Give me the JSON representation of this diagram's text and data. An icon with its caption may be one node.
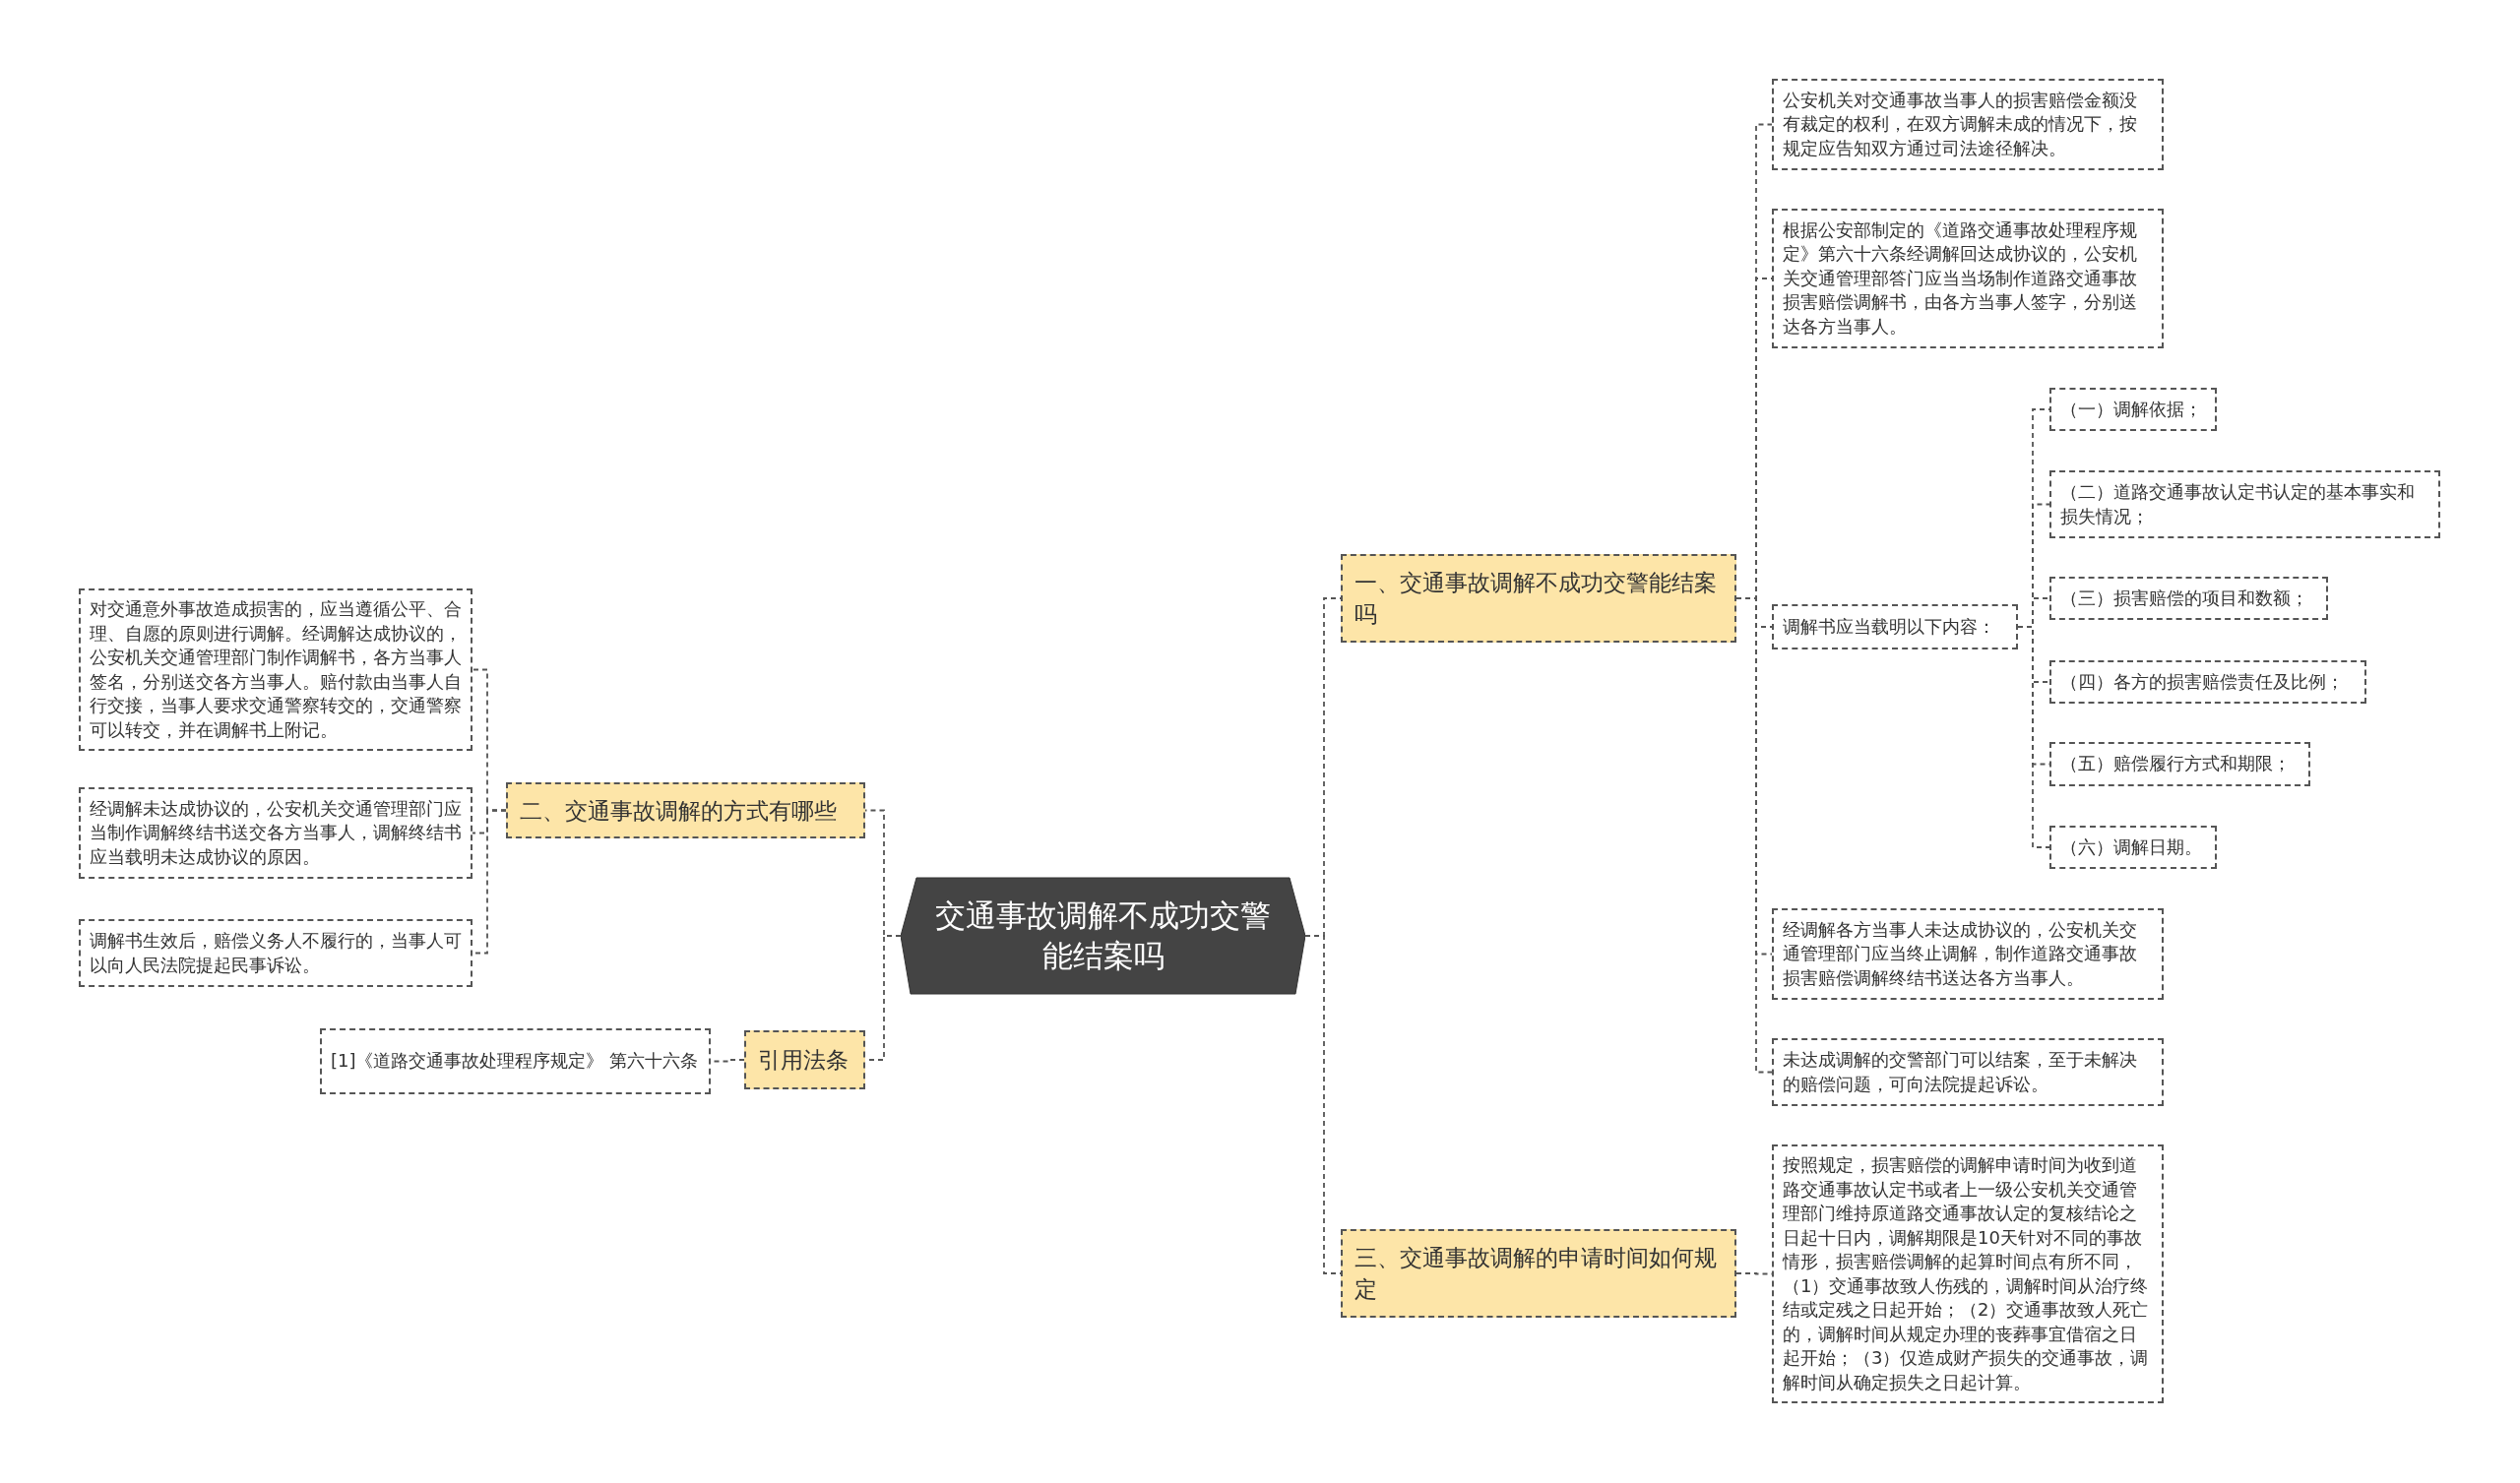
{
  "diagram": {
    "nodes": [
      {
        "text": [
          "交通事故调解不成功交警能结案吗"
        ]
      },
      {
        "text": [
          "一、交通事故调解不成功交警能结案吗"
        ]
      },
      {
        "text": [
          "公安机关对交通事故当事人的损害赔偿金额没有裁定的权利，在双方调解未成的情况下，按规定应告知双方通过司法途径解决。"
        ]
      },
      {
        "text": [
          "根据公安部制定的《道路交通事故处理程序规定》第六十六条经调解回达成协议的，公安机关交通管理部答门应当当场制作道路交通事故损害赔偿调解书，由各方当事人签字，分别送达各方当事人。"
        ]
      },
      {
        "text": [
          "调解书应当载明以下内容："
        ]
      },
      {
        "text": [
          "（一）调解依据；"
        ]
      },
      {
        "text": [
          "（二）道路交通事故认定书认定的基本事实和损失情况；"
        ]
      },
      {
        "text": [
          "（三）损害赔偿的项目和数额；"
        ]
      },
      {
        "text": [
          "（四）各方的损害赔偿责任及比例；"
        ]
      },
      {
        "text": [
          "（五）赔偿履行方式和期限；"
        ]
      },
      {
        "text": [
          "（六）调解日期。"
        ]
      },
      {
        "text": [
          "经调解各方当事人未达成协议的，公安机关交通管理部门应当终止调解，制作道路交通事故损害赔偿调解终结书送达各方当事人。"
        ]
      },
      {
        "text": [
          "未达成调解的交警部门可以结案，至于未解决的赔偿问题，可向法院提起诉讼。"
        ]
      },
      {
        "text": [
          "三、交通事故调解的申请时间如何规定"
        ]
      },
      {
        "text": [
          "按照规定，损害赔偿的调解申请时间为收到道路交通事故认定书或者上一级公安机关交通管理部门维持原道路交通事故认定的复核结论之日起十日内，调解期限是10天针对不同的事故情形，损害赔偿调解的起算时间点有所不同，（1）交通事故致人伤残的，调解时间从治疗终结或定残之日起开始；（2）交通事故致人死亡的，调解时间从规定办理的丧葬事宜借宿之日起开始；（3）仅造成财产损失的交通事故，调解时间从确定损失之日起计算。"
        ]
      },
      {
        "text": [
          "二、交通事故调解的方式有哪些"
        ]
      },
      {
        "text": [
          "对交通意外事故造成损害的，应当遵循公平、合理、自愿的原则进行调解。经调解达成协议的，公安机关交通管理部门制作调解书，各方当事人签名，分别送交各方当事人。赔付款由当事人自行交接，当事人要求交通警察转交的，交通警察可以转交，并在调解书上附记。"
        ]
      },
      {
        "text": [
          "经调解未达成协议的，公安机关交通管理部门应当制作调解终结书送交各方当事人，调解终结书应当载明未达成协议的原因。"
        ]
      },
      {
        "text": [
          "调解书生效后，赔偿义务人不履行的，当事人可以向人民法院提起民事诉讼。"
        ]
      },
      {
        "text": [
          "引用法条"
        ]
      },
      {
        "text": [
          "[1]《道路交通事故处理程序规定》 第六十六条"
        ]
      }
    ],
    "edges": [
      {
        "from": 0,
        "to": 1,
        "arrow": "none"
      },
      {
        "from": 1,
        "to": 2,
        "arrow": "none"
      },
      {
        "from": 1,
        "to": 3,
        "arrow": "none"
      },
      {
        "from": 1,
        "to": 4,
        "arrow": "none"
      },
      {
        "from": 4,
        "to": 5,
        "arrow": "none"
      },
      {
        "from": 4,
        "to": 6,
        "arrow": "none"
      },
      {
        "from": 4,
        "to": 7,
        "arrow": "none"
      },
      {
        "from": 4,
        "to": 8,
        "arrow": "none"
      },
      {
        "from": 4,
        "to": 9,
        "arrow": "none"
      },
      {
        "from": 4,
        "to": 10,
        "arrow": "none"
      },
      {
        "from": 1,
        "to": 11,
        "arrow": "none"
      },
      {
        "from": 1,
        "to": 12,
        "arrow": "none"
      },
      {
        "from": 0,
        "to": 13,
        "arrow": "none"
      },
      {
        "from": 13,
        "to": 14,
        "arrow": "none"
      },
      {
        "from": 0,
        "to": 15,
        "arrow": "none"
      },
      {
        "from": 15,
        "to": 16,
        "arrow": "none"
      },
      {
        "from": 15,
        "to": 17,
        "arrow": "none"
      },
      {
        "from": 15,
        "to": 18,
        "arrow": "none"
      },
      {
        "from": 0,
        "to": 19,
        "arrow": "none"
      },
      {
        "from": 19,
        "to": 20,
        "arrow": "none"
      }
    ]
  }
}
